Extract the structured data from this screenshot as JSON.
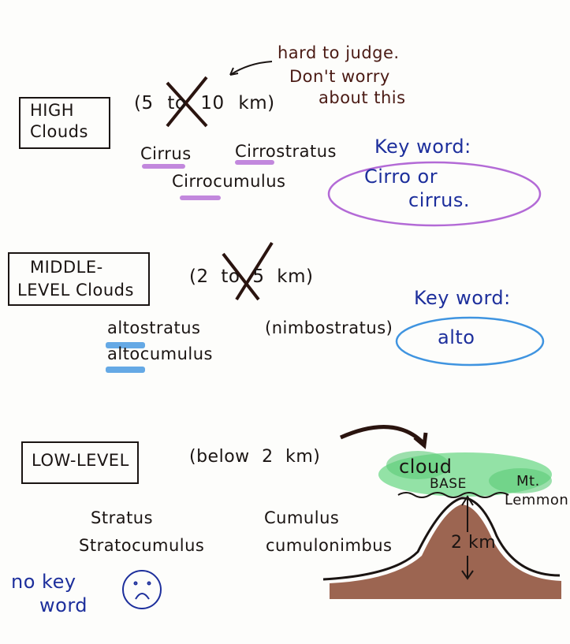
{
  "note": {
    "annotation": [
      "hard to judge.",
      "Don't worry",
      "about this"
    ],
    "high": {
      "label_line1": "HIGH",
      "label_line2": "Clouds",
      "altitude": "(5 to 10 km)",
      "types": [
        "Cirrus",
        "Cirrostratus",
        "Cirrocumulus"
      ],
      "keyword_title": "Key word:",
      "keyword_line1": "Cirro or",
      "keyword_line2": "cirrus."
    },
    "middle": {
      "label_line1": "MIDDLE-",
      "label_line2": "LEVEL Clouds",
      "altitude": "(2 to 5 km)",
      "types": [
        "altostratus",
        "altocumulus",
        "(nimbostratus)"
      ],
      "keyword_title": "Key word:",
      "keyword": "alto"
    },
    "low": {
      "label": "LOW-LEVEL",
      "altitude": "(below 2 km)",
      "types": [
        "Stratus",
        "Stratocumulus",
        "Cumulus",
        "cumulonimbus"
      ],
      "no_keyword_line1": "no key",
      "no_keyword_line2": "word"
    },
    "diagram": {
      "cloud_label": "cloud",
      "base_label": "BASE",
      "mountain_line1": "Mt.",
      "mountain_line2": "Lemmon",
      "height": "2 km"
    }
  },
  "colors": {
    "ink": "#1a1412",
    "blue": "#1d2f9c",
    "purple": "#b36ad6",
    "lightblue": "#3f94e0",
    "green": "#37c25a",
    "brown": "#8b4a32"
  }
}
